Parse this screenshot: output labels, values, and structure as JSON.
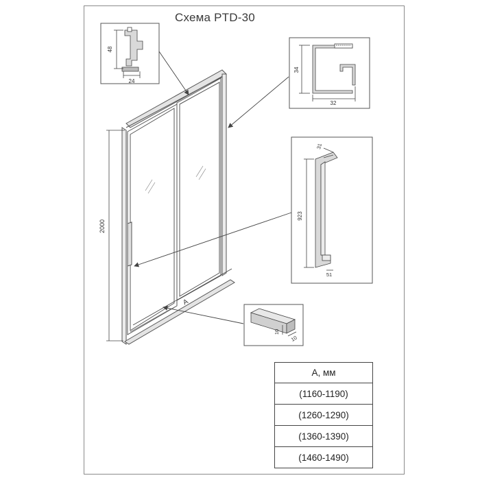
{
  "title": "Схема PTD-30",
  "detail_top_profile": {
    "height": "48",
    "width": "24"
  },
  "detail_frame_profile": {
    "height": "34",
    "width": "32"
  },
  "detail_handle": {
    "top": "31",
    "height": "923",
    "bottom": "51"
  },
  "detail_bar": {
    "height": "10",
    "width": "10"
  },
  "main_drawing": {
    "height": "2000",
    "width_label": "A"
  },
  "table": {
    "header": "A, мм",
    "rows": [
      "(1160-1190)",
      "(1260-1290)",
      "(1360-1390)",
      "(1460-1490)"
    ]
  },
  "colors": {
    "line": "#444444",
    "frame": "#8a8a8a",
    "fill": "#d9d9d9"
  }
}
